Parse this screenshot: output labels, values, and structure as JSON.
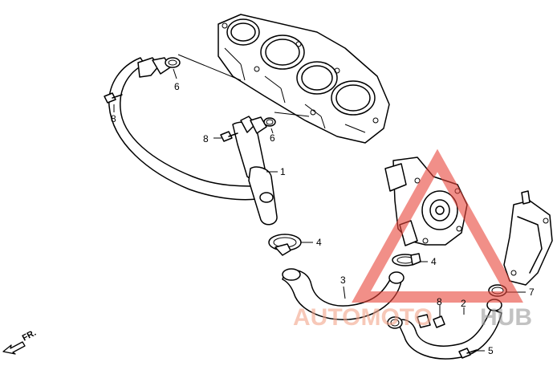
{
  "callouts": [
    {
      "id": "c1",
      "label": "1"
    },
    {
      "id": "c2",
      "label": "2"
    },
    {
      "id": "c3",
      "label": "3"
    },
    {
      "id": "c4a",
      "label": "4"
    },
    {
      "id": "c4b",
      "label": "4"
    },
    {
      "id": "c5",
      "label": "5"
    },
    {
      "id": "c6a",
      "label": "6"
    },
    {
      "id": "c6b",
      "label": "6"
    },
    {
      "id": "c7",
      "label": "7"
    },
    {
      "id": "c8a",
      "label": "8"
    },
    {
      "id": "c8b",
      "label": "8"
    },
    {
      "id": "c8c",
      "label": "8"
    }
  ],
  "direction_label": "FR.",
  "watermark": {
    "text_main": "AUTOMOTO",
    "text_tail": "HUB",
    "color_primary": "#f2a48a",
    "color_accent": "#e8453a"
  }
}
